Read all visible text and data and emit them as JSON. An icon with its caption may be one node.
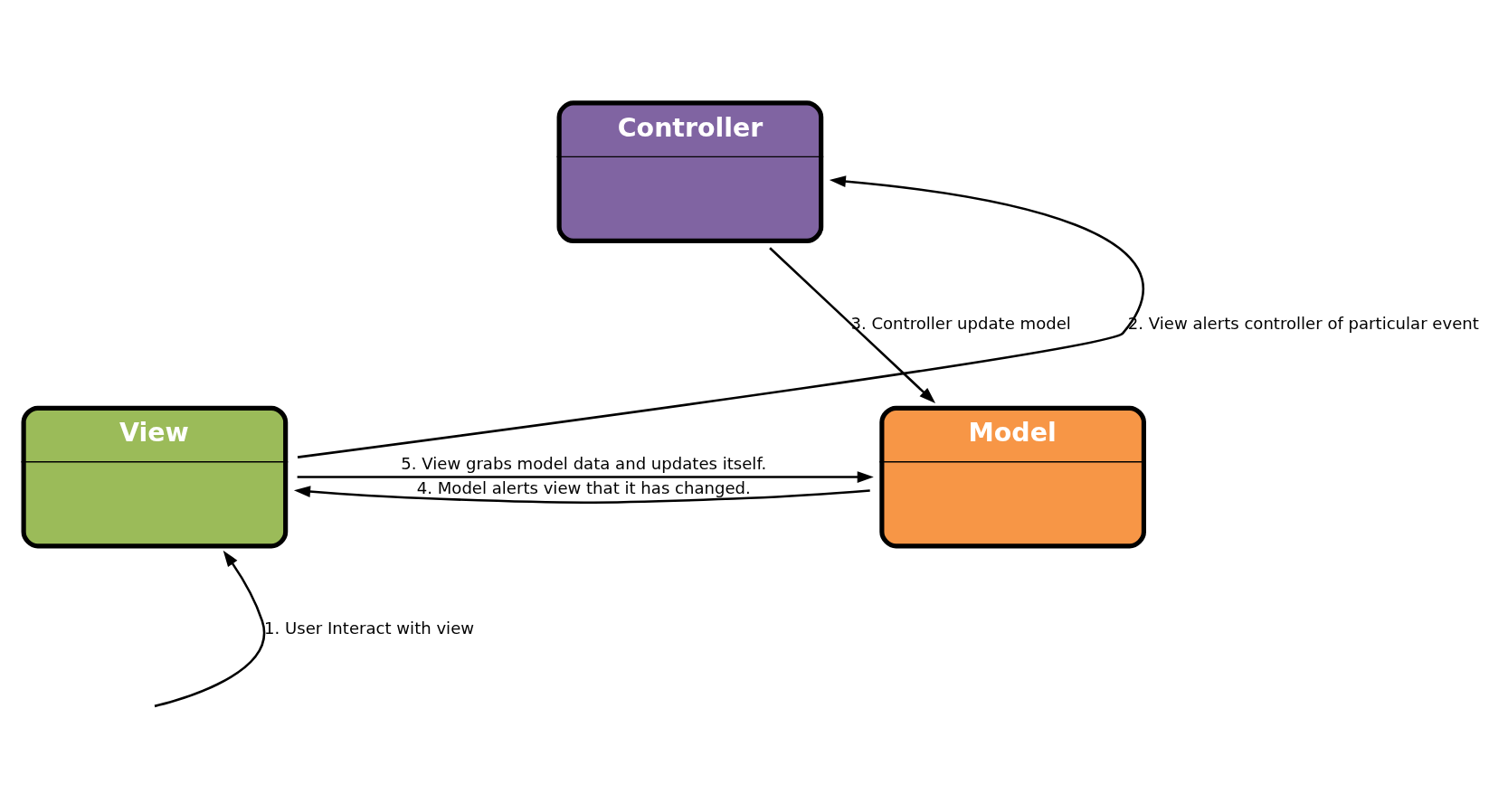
{
  "diagram": {
    "nodes": [
      {
        "text": [
          "Controller"
        ]
      },
      {
        "text": [
          "View"
        ]
      },
      {
        "text": [
          "Model"
        ]
      }
    ],
    "edges": [
      {
        "from": null,
        "to": 1,
        "arrow": "to",
        "label": "1. User Interact with view"
      },
      {
        "from": 1,
        "to": 0,
        "arrow": "to",
        "label": "2. View alerts controller of particular event"
      },
      {
        "from": 0,
        "to": 2,
        "arrow": "to",
        "label": "3. Controller update model"
      },
      {
        "from": 2,
        "to": 1,
        "arrow": "to",
        "label": "4. Model alerts view that it has changed."
      },
      {
        "from": 1,
        "to": 2,
        "arrow": "to",
        "label": "5. View grabs model data and updates itself."
      }
    ]
  }
}
